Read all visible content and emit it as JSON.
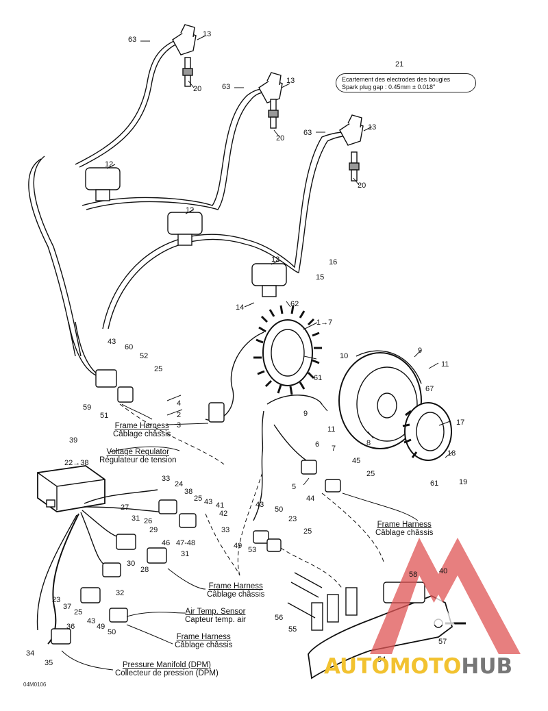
{
  "figure_id": "04M0106",
  "note": {
    "number": "21",
    "line_fr": "Ecartement des electrodes des bougies",
    "line_en": "Spark plug gap :   0.45mm ± 0.018\""
  },
  "callouts": [
    {
      "id": "c63a",
      "text": "63"
    },
    {
      "id": "c13a",
      "text": "13"
    },
    {
      "id": "c20a",
      "text": "20"
    },
    {
      "id": "c63b",
      "text": "63"
    },
    {
      "id": "c13b",
      "text": "13"
    },
    {
      "id": "c20b",
      "text": "20"
    },
    {
      "id": "c63c",
      "text": "63"
    },
    {
      "id": "c13c",
      "text": "13"
    },
    {
      "id": "c20c",
      "text": "20"
    },
    {
      "id": "c12a",
      "text": "12"
    },
    {
      "id": "c12b",
      "text": "12"
    },
    {
      "id": "c12c",
      "text": "12"
    },
    {
      "id": "c16",
      "text": "16"
    },
    {
      "id": "c15",
      "text": "15"
    },
    {
      "id": "c14",
      "text": "14"
    },
    {
      "id": "c62",
      "text": "62"
    },
    {
      "id": "c1to7",
      "text": "1→7"
    },
    {
      "id": "c10",
      "text": "10"
    },
    {
      "id": "c9a",
      "text": "9"
    },
    {
      "id": "c11a",
      "text": "11"
    },
    {
      "id": "c61a",
      "text": "61"
    },
    {
      "id": "c67",
      "text": "67"
    },
    {
      "id": "c9b",
      "text": "9"
    },
    {
      "id": "c11b",
      "text": "11"
    },
    {
      "id": "c8",
      "text": "8"
    },
    {
      "id": "c17",
      "text": "17"
    },
    {
      "id": "c18",
      "text": "18"
    },
    {
      "id": "c61b",
      "text": "61"
    },
    {
      "id": "c19",
      "text": "19"
    },
    {
      "id": "c43a",
      "text": "43"
    },
    {
      "id": "c60",
      "text": "60"
    },
    {
      "id": "c52",
      "text": "52"
    },
    {
      "id": "c25a",
      "text": "25"
    },
    {
      "id": "c59",
      "text": "59"
    },
    {
      "id": "c51",
      "text": "51"
    },
    {
      "id": "c4",
      "text": "4"
    },
    {
      "id": "c2",
      "text": "2"
    },
    {
      "id": "c3",
      "text": "3"
    },
    {
      "id": "c6",
      "text": "6"
    },
    {
      "id": "c7",
      "text": "7"
    },
    {
      "id": "c5",
      "text": "5"
    },
    {
      "id": "c45",
      "text": "45"
    },
    {
      "id": "c25b",
      "text": "25"
    },
    {
      "id": "c44",
      "text": "44"
    },
    {
      "id": "c39",
      "text": "39"
    },
    {
      "id": "c22to38",
      "text": "22→38"
    },
    {
      "id": "c33a",
      "text": "33"
    },
    {
      "id": "c24",
      "text": "24"
    },
    {
      "id": "c38",
      "text": "38"
    },
    {
      "id": "c25c",
      "text": "25"
    },
    {
      "id": "c43b",
      "text": "43"
    },
    {
      "id": "c41",
      "text": "41"
    },
    {
      "id": "c42",
      "text": "42"
    },
    {
      "id": "c33b",
      "text": "33"
    },
    {
      "id": "c27",
      "text": "27"
    },
    {
      "id": "c31a",
      "text": "31"
    },
    {
      "id": "c26",
      "text": "26"
    },
    {
      "id": "c29",
      "text": "29"
    },
    {
      "id": "c46",
      "text": "46"
    },
    {
      "id": "c47to48",
      "text": "47-48"
    },
    {
      "id": "c31b",
      "text": "31"
    },
    {
      "id": "c30",
      "text": "30"
    },
    {
      "id": "c28",
      "text": "28"
    },
    {
      "id": "c32",
      "text": "32"
    },
    {
      "id": "c43c",
      "text": "43"
    },
    {
      "id": "c50a",
      "text": "50"
    },
    {
      "id": "c23a",
      "text": "23"
    },
    {
      "id": "c25d",
      "text": "25"
    },
    {
      "id": "c49a",
      "text": "49"
    },
    {
      "id": "c53",
      "text": "53"
    },
    {
      "id": "c23b",
      "text": "23"
    },
    {
      "id": "c37",
      "text": "37"
    },
    {
      "id": "c25e",
      "text": "25"
    },
    {
      "id": "c43d",
      "text": "43"
    },
    {
      "id": "c49b",
      "text": "49"
    },
    {
      "id": "c50b",
      "text": "50"
    },
    {
      "id": "c36",
      "text": "36"
    },
    {
      "id": "c34",
      "text": "34"
    },
    {
      "id": "c35",
      "text": "35"
    },
    {
      "id": "c58",
      "text": "58"
    },
    {
      "id": "c40",
      "text": "40"
    },
    {
      "id": "c56",
      "text": "56"
    },
    {
      "id": "c55",
      "text": "55"
    },
    {
      "id": "c57",
      "text": "57"
    },
    {
      "id": "c54",
      "text": "54"
    }
  ],
  "captions": {
    "frame_harness_1": {
      "en": "Frame Harness",
      "fr": "Câblage châssis"
    },
    "voltage_regulator": {
      "en": "Voltage Regulator",
      "fr": "Régulateur de tension"
    },
    "frame_harness_2": {
      "en": "Frame Harness",
      "fr": "Câblage châssis"
    },
    "frame_harness_3": {
      "en": "Frame Harness",
      "fr": "Câblage châssis"
    },
    "air_temp_sensor": {
      "en": "Air Temp. Sensor",
      "fr": "Capteur temp. air"
    },
    "frame_harness_4": {
      "en": "Frame Harness",
      "fr": "Câblage châssis"
    },
    "pressure_manifold": {
      "en": "Pressure Manifold (DPM)",
      "fr": "Collecteur de pression (DPM)"
    }
  },
  "watermark": {
    "part_a": "AUTOMOTO",
    "part_b": "HUB",
    "color_a": "#f2c230",
    "color_b": "#777777",
    "triangle_color": "#e05555"
  }
}
